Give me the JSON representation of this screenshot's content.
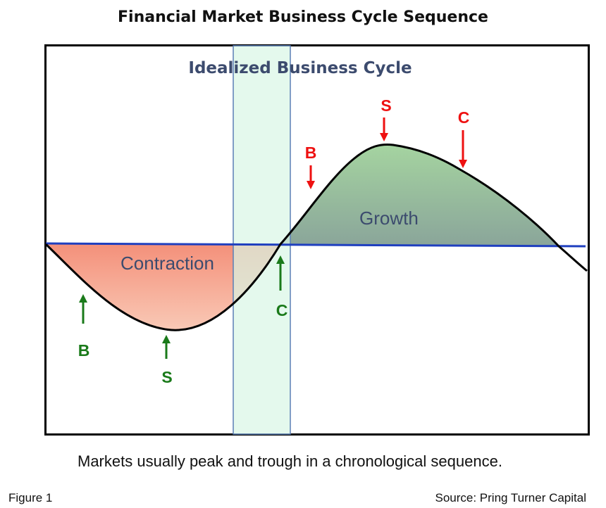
{
  "title": "Financial Market Business Cycle Sequence",
  "diagram": {
    "subtitle": "Idealized Business Cycle",
    "phases": {
      "contraction": "Contraction",
      "growth": "Growth"
    },
    "markers": {
      "contraction": [
        {
          "letter": "B"
        },
        {
          "letter": "S"
        },
        {
          "letter": "C"
        }
      ],
      "growth": [
        {
          "letter": "B"
        },
        {
          "letter": "S"
        },
        {
          "letter": "C"
        }
      ]
    },
    "colors": {
      "contraction_fill_top": "#f4907a",
      "contraction_fill_bottom": "#f9c9b6",
      "growth_fill_top": "#a5d4a0",
      "growth_fill_bottom": "#8aa59a",
      "baseline": "#1f3fbf",
      "curve": "#000000",
      "band_fill": "#d9f7e6",
      "band_stroke": "#5b7fb5",
      "subtitle": "#3c4b6e",
      "phase_label": "#3c4b6e",
      "up_arrow": "#1a7a1a",
      "down_arrow": "#ee1111"
    }
  },
  "caption": "Markets usually peak and trough in a chronological sequence.",
  "figure_label": "Figure 1",
  "source": "Source: Pring Turner Capital"
}
